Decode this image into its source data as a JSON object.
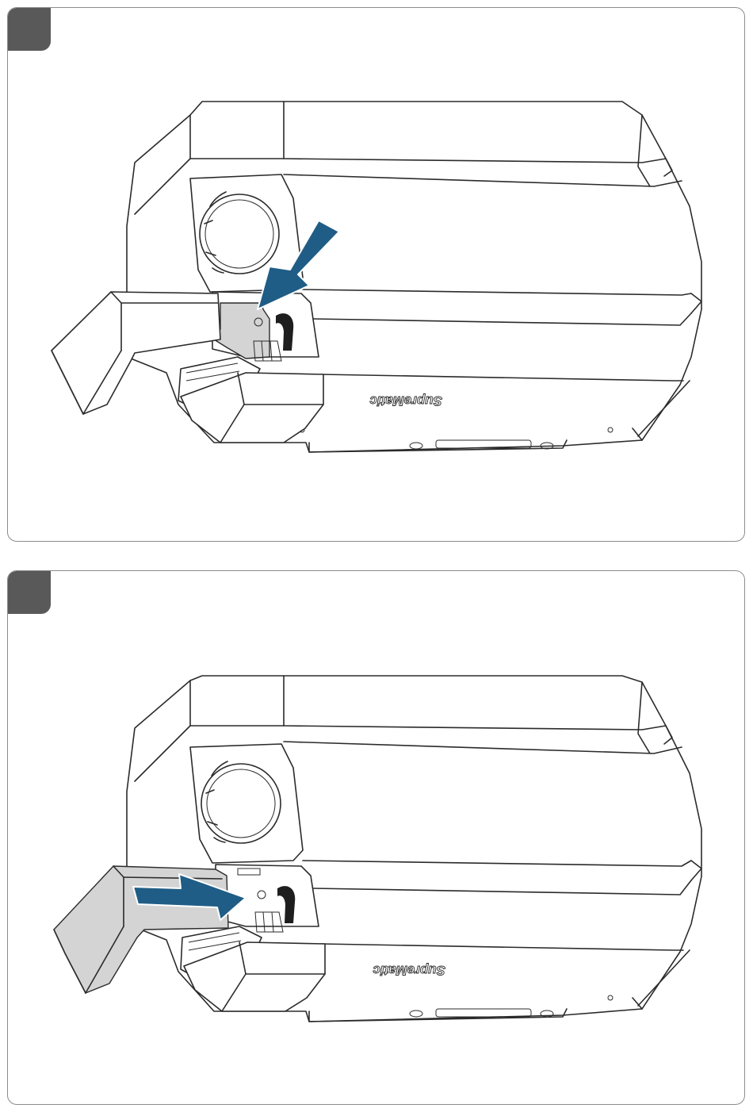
{
  "steps": [
    {
      "label": "",
      "brand_text": "SupreMatic",
      "highlight_color": "#d4d4d4",
      "arrow_color": "#1f5d86",
      "arrow_direction": "down-left"
    },
    {
      "label": "",
      "brand_text": "SupreMatic",
      "highlight_color": "#d4d4d4",
      "arrow_color": "#1f5d86",
      "arrow_direction": "right"
    }
  ]
}
